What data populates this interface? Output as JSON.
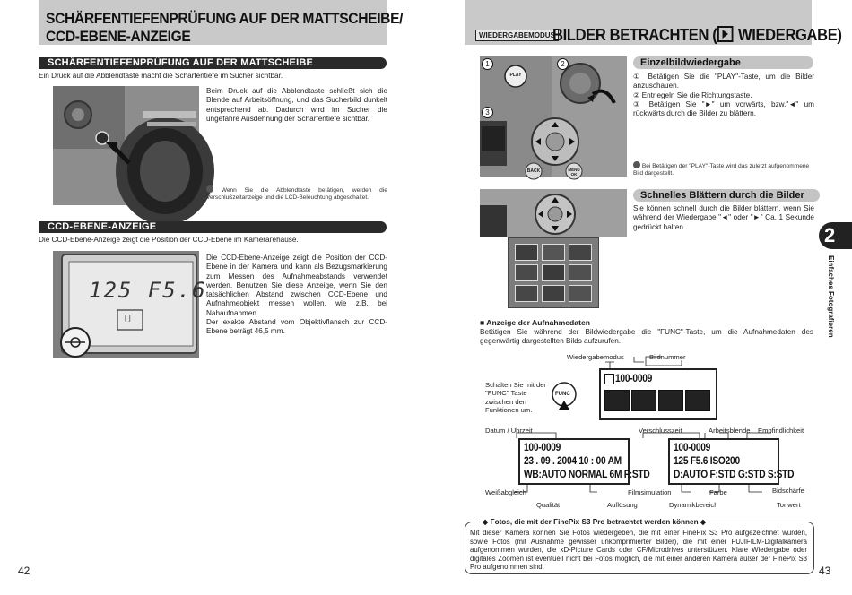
{
  "left": {
    "title_line1": "SCHÄRFENTIEFENPRÜFUNG AUF DER MATTSCHEIBE/",
    "title_line2": "CCD-EBENE-ANZEIGE",
    "sec1_title": "SCHÄRFENTIEFENPRÜFUNG AUF DER MATTSCHEIBE",
    "sec1_intro": "Ein Druck auf die Abblendtaste macht die Schärfentiefe im Sucher sichtbar.",
    "sec1_body": "Beim Druck auf die Abblendtaste schließt sich die Blende auf Arbeitsöffnung, und das Sucherbild dunkelt entsprechend ab. Dadurch wird im Sucher die ungefähre Ausdehnung der Schärfentiefe sichtbar.",
    "sec1_note": "Wenn Sie die Abblendtaste betätigen, werden die Verschlußzeitanzeige und die LCD-Beleuchtung abgeschaltet.",
    "sec2_title": "CCD-EBENE-ANZEIGE",
    "sec2_intro": "Die CCD-Ebene-Anzeige zeigt die Position der CCD-Ebene im Kamerагehäuse.",
    "sec2_body": "Die CCD-Ebene-Anzeige zeigt die Position der CCD-Ebene in der Kamera und kann als Bezugsmarkierung zum Messen des Aufnahmeabstands verwendet werden. Benutzen Sie diese Anzeige, wenn Sie den tatsächlichen Abstand zwischen CCD-Ebene und Aufnahmeobjekt messen wollen, wie z.B. bei Nahaufnahmen.",
    "sec2_body2": "Der exakte Abstand vom Objektivflansch zur CCD-Ebene beträgt 46,5 mm.",
    "lcd_text": "125 F5.6",
    "page_number": "42"
  },
  "right": {
    "mode_badge": "WIEDERGABEMODUS",
    "title_a": "BILDER BETRACHTEN (",
    "title_b": " WIEDERGABE)",
    "pill1": "Einzelbildwiedergabe",
    "steps": [
      "① Betätigen Sie die \"PLAY\"-Taste, um die Bilder anzuschauen.",
      "② Entriegeln Sie die Richtungstaste.",
      "③ Betätigen Sie \"►\" um vorwärts, bzw.\"◄\" um rückwärts durch die Bilder zu blättern."
    ],
    "note1": "Bei Betätigen der \"PLAY\"-Taste wird das zuletzt aufgenommene Bild dargestellt.",
    "pill2": "Schnelles Blättern durch die Bilder",
    "fast_body": "Sie können schnell durch die Bilder blättern, wenn Sie während der Wiedergabe \"◄\" oder \"►\" Ca. 1 Sekunde gedrückt halten.",
    "data_title": "■ Anzeige der Aufnahmedaten",
    "data_body": "Betätigen Sie während der Bildwiedergabe die \"FUNC\"-Taste, um die Aufnahmedaten des gegenwärtig dargestellten Bilds aufzurufen.",
    "label_mode": "Wiedergabemodus",
    "label_number": "Bildnummer",
    "label_switch": "Schalten Sie mit der \"FUNC\" Taste zwischen den Funktionen um.",
    "label_date": "Datum / Uhrzeit",
    "label_shutter": "Verschlusszeit",
    "label_aperture": "Arbeitsblende",
    "label_sensitivity": "Empfindlichkeit",
    "label_wb": "Weißabgleich",
    "label_quality": "Qualität",
    "label_resolution": "Auflösung",
    "label_film": "Filmsimulation",
    "label_color": "Farbe",
    "label_dynamic": "Dynamikbereich",
    "label_sharpness": "Bidschärfe",
    "label_tone": "Tonwert",
    "btn_play": "PLAY",
    "btn_func": "FUNC",
    "btn_back": "BACK",
    "btn_menu": "MENU OK",
    "lcd1": {
      "row1": "100-0009"
    },
    "lcd2": {
      "row1": "100-0009",
      "row2": "23 . 09 . 2004  10 : 00 AM",
      "row3": "WB:AUTO NORMAL 6M F:STD"
    },
    "lcd3": {
      "row1": "100-0009",
      "row2": "125  F5.6  ISO200",
      "row3": "D:AUTO F:STD G:STD S:STD"
    },
    "box_title": "◆ Fotos, die mit der FinePix S3 Pro betrachtet werden können ◆",
    "box_body": "Mit dieser Kamera können Sie Fotos wiedergeben, die mit einer FinePix S3 Pro aufgezeichnet wurden, sowie Fotos (mit Ausnahme gewisser unkomprimierter Bilder), die mit einer FUJIFILM-Digitalkamera aufgenommen wurden, die xD-Picture Cards oder CF/Microdrives unterstützen. Klare Wiedergabe oder digitales Zoomen ist eventuell nicht bei Fotos möglich, die mit einer anderen Kamera außer der FinePix S3 Pro aufgenommen sind.",
    "chapter_number": "2",
    "chapter_label": "Einfaches Fotografieren",
    "page_number": "43"
  }
}
